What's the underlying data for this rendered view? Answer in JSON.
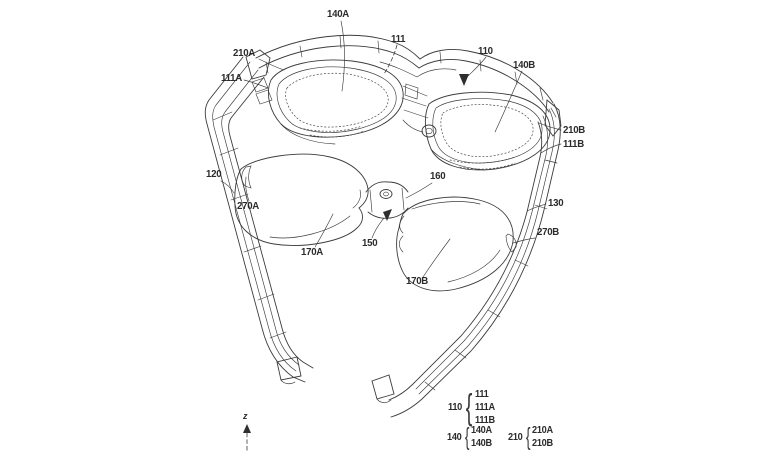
{
  "figure": {
    "kind": "patent-line-drawing",
    "subject": "eyeglasses-type wearable device with detachable inner lens frame",
    "line_color": "#3c3c3c",
    "background_color": "#ffffff",
    "label_color": "#2b2b2b"
  },
  "callouts": [
    {
      "id": "140A",
      "text": "140A"
    },
    {
      "id": "111",
      "text": "111"
    },
    {
      "id": "110",
      "text": "110"
    },
    {
      "id": "140B",
      "text": "140B"
    },
    {
      "id": "210A",
      "text": "210A"
    },
    {
      "id": "111A",
      "text": "111A"
    },
    {
      "id": "210B",
      "text": "210B"
    },
    {
      "id": "111B",
      "text": "111B"
    },
    {
      "id": "130",
      "text": "130"
    },
    {
      "id": "270B",
      "text": "270B"
    },
    {
      "id": "120",
      "text": "120"
    },
    {
      "id": "270A",
      "text": "270A"
    },
    {
      "id": "160",
      "text": "160"
    },
    {
      "id": "150",
      "text": "150"
    },
    {
      "id": "170A",
      "text": "170A"
    },
    {
      "id": "170B",
      "text": "170B"
    }
  ],
  "axis": {
    "label": "z"
  },
  "legend": {
    "groups": [
      {
        "parent": "110",
        "children": [
          "111",
          "111A",
          "111B"
        ]
      },
      {
        "parent": "140",
        "children": [
          "140A",
          "140B"
        ]
      },
      {
        "parent": "210",
        "children": [
          "210A",
          "210B"
        ]
      }
    ]
  }
}
